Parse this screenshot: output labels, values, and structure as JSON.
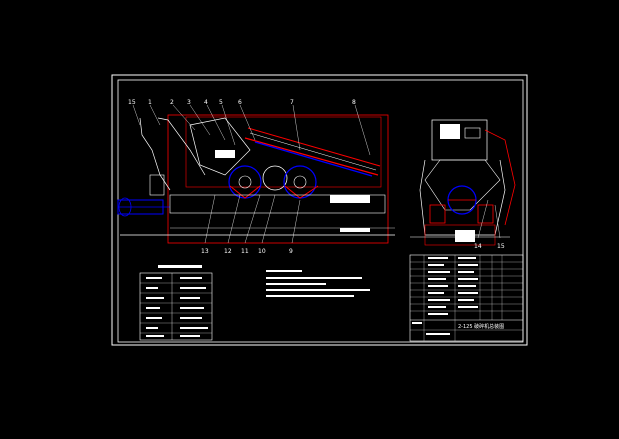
{
  "drawing": {
    "part_numbers_top": [
      "15",
      "1",
      "2",
      "3",
      "4",
      "5",
      "6",
      "7",
      "8"
    ],
    "part_numbers_bottom": [
      "13",
      "12",
      "11",
      "10",
      "9"
    ],
    "part_numbers_side": [
      "14",
      "15"
    ],
    "title_block_name": "2-125 破碎机总装图"
  },
  "colors": {
    "background": "#000000",
    "frame": "#ffffff",
    "outline": "#ff0000",
    "detail": "#0000ff",
    "text": "#ffffff"
  }
}
